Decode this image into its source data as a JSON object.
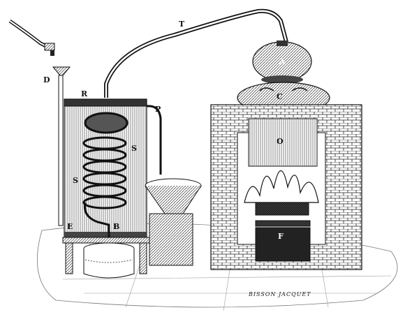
{
  "labels": {
    "T": "T",
    "D": "D",
    "R": "R",
    "P": "P",
    "S_right": "S",
    "S_left": "S",
    "B": "B",
    "E": "E",
    "A": "A",
    "C": "C",
    "O": "O",
    "F": "F"
  },
  "signature": "BISSON  JACQUET"
}
